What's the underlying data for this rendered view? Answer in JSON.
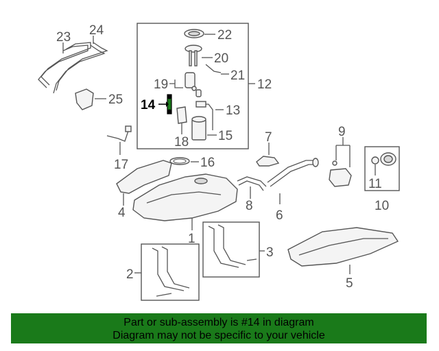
{
  "diagram": {
    "callouts": {
      "c1": "1",
      "c2": "2",
      "c3": "3",
      "c4": "4",
      "c5": "5",
      "c6": "6",
      "c7": "7",
      "c8": "8",
      "c9": "9",
      "c10": "10",
      "c11": "11",
      "c12": "12",
      "c13": "13",
      "c14": "14",
      "c15": "15",
      "c16": "16",
      "c17": "17",
      "c18": "18",
      "c19": "19",
      "c20": "20",
      "c21": "21",
      "c22": "22",
      "c23": "23",
      "c24": "24",
      "c25": "25"
    },
    "highlighted_part": "14",
    "highlight_color": "#1a7a1a"
  },
  "footer": {
    "line1": "Part or sub-assembly is #14 in diagram",
    "line2": "Diagram may not be specific to your vehicle"
  }
}
